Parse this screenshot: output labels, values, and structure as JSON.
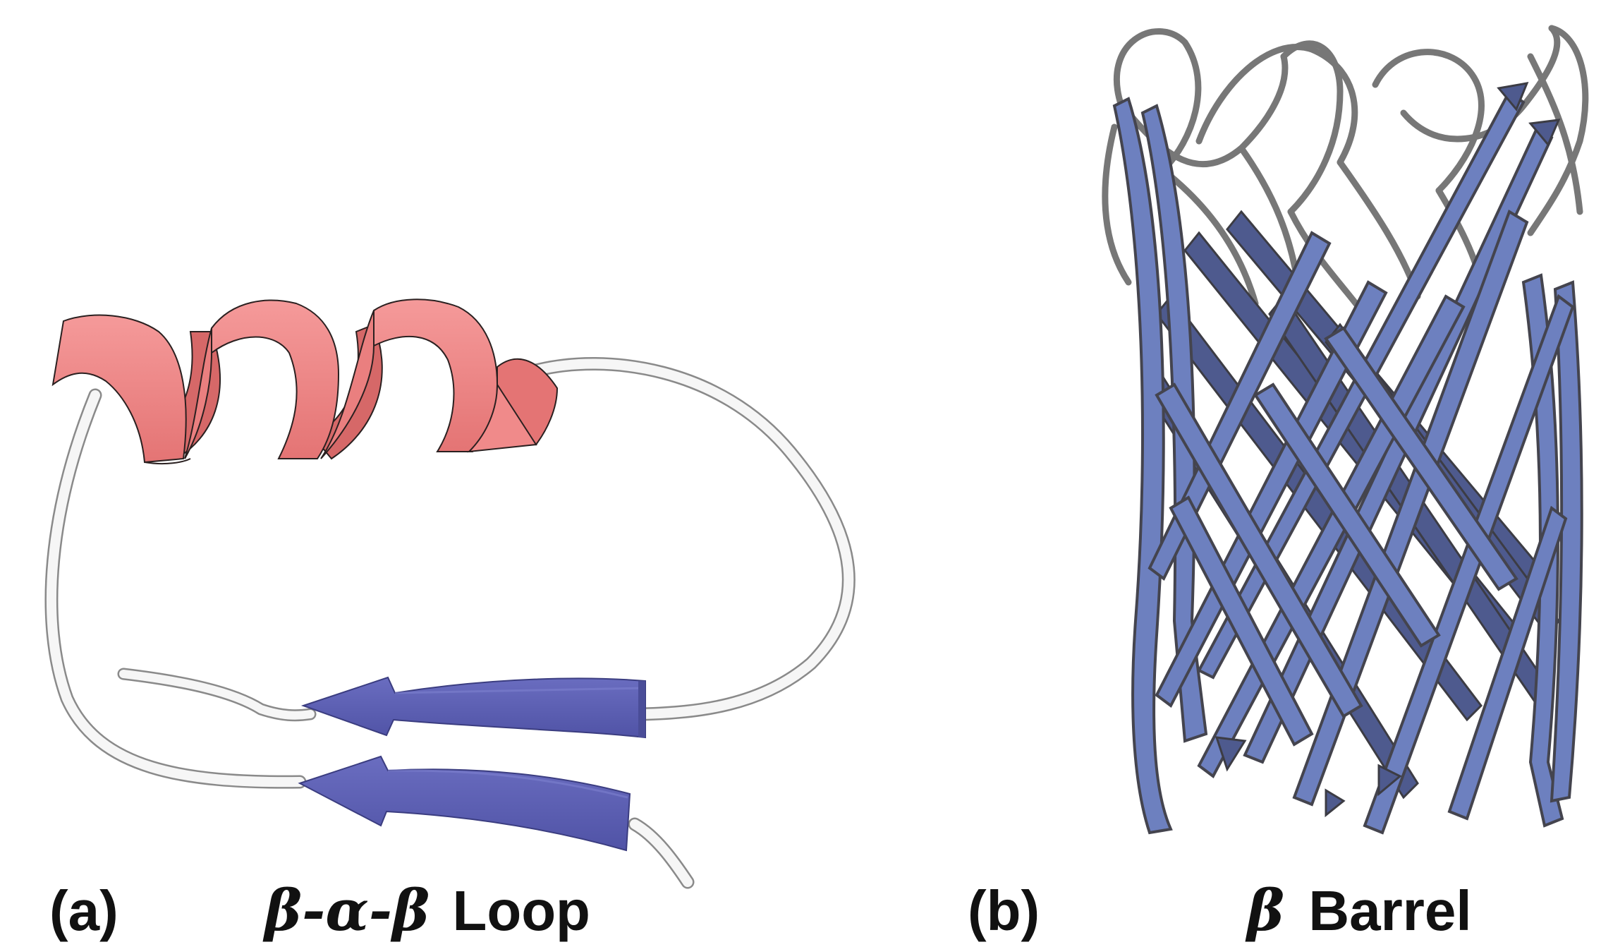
{
  "panels": {
    "a": {
      "letter": "(a)",
      "title_greek": "β-α-β",
      "title_text": "Loop"
    },
    "b": {
      "letter": "(b)",
      "title_greek": "β",
      "title_text": "Barrel"
    }
  },
  "colors": {
    "helix": "#f08a8a",
    "helix_edge": "#2a2020",
    "strand_a": "#5d60b4",
    "strand_b": "#6f80bd",
    "strand_b_edge": "#4c4c56",
    "coil_a": "#f4f4f4",
    "coil_b": "#7c7c7c"
  }
}
